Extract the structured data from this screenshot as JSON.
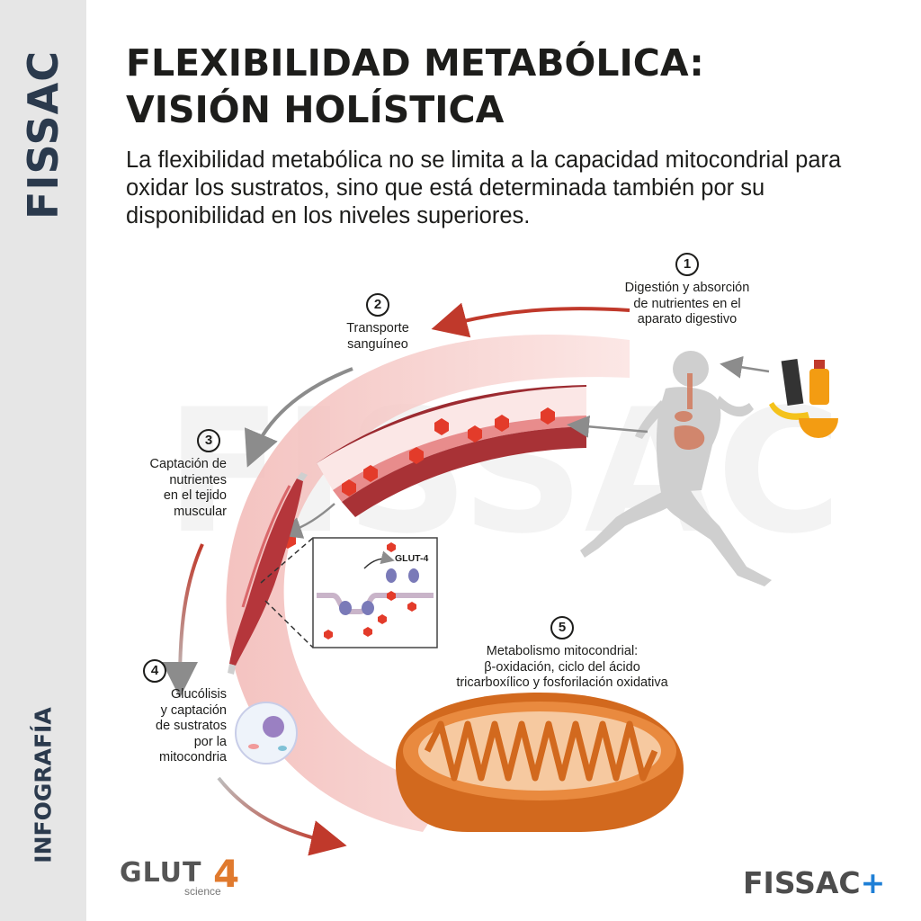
{
  "sidebar": {
    "brand": "FISSAC",
    "category": "INFOGRAFÍA"
  },
  "header": {
    "title_line1": "FLEXIBILIDAD METABÓLICA:",
    "title_line2": "VISIÓN HOLÍSTICA",
    "intro": "La flexibilidad metabólica no se limita a la capacidad mitocondrial para oxidar los sustratos, sino que está determinada también por su disponibilidad en los niveles superiores."
  },
  "steps": [
    {
      "number": "1",
      "text": "Digestión y absorción\nde nutrientes en el\naparato digestivo"
    },
    {
      "number": "2",
      "text": "Transporte\nsanguíneo"
    },
    {
      "number": "3",
      "text": "Captación de\nnutrientes\nen el tejido\nmuscular"
    },
    {
      "number": "4",
      "text": "Glucólisis\ny captación\nde sustratos\npor la\nmitocondria"
    },
    {
      "number": "5",
      "text": "Metabolismo mitocondrial:\nβ-oxidación, ciclo del ácido\ntricarboxílico y fosforilación oxidativa"
    }
  ],
  "diagram": {
    "transporter_label": "GLUT-4",
    "watermark": "FISSAC"
  },
  "logos": {
    "glut4_main": "GLUT",
    "glut4_number": "4",
    "glut4_sub": "science",
    "fissac_text": "FISSAC",
    "fissac_plus": "+"
  },
  "colors": {
    "accent_red": "#c0392b",
    "mitochondria_orange": "#e07a2e",
    "navy": "#2b3a4d",
    "fissac_plus_blue": "#1e7fd6"
  }
}
